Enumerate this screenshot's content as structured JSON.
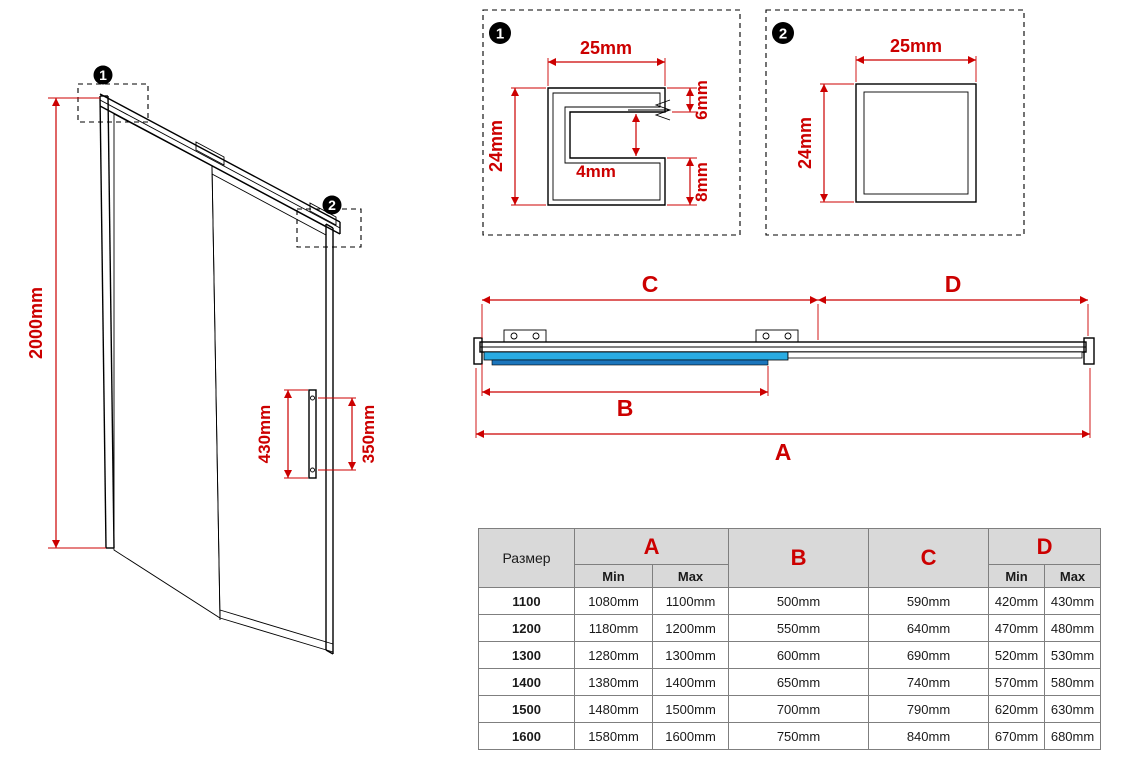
{
  "colors": {
    "dimension_red": "#cc0000",
    "line_black": "#000000",
    "glass_blue": "#29abe2",
    "glass_blue_dark": "#1b75bc",
    "table_header_bg": "#d9d9d9"
  },
  "door_view": {
    "callout_1": "1",
    "callout_2": "2",
    "dim_height": "2000mm",
    "dim_handle_length": "430mm",
    "dim_handle_holes": "350mm"
  },
  "detail_1": {
    "callout": "1",
    "dim_width": "25mm",
    "dim_height": "24mm",
    "dim_top_arm": "6mm",
    "dim_slot": "4mm",
    "dim_bottom_arm": "8mm"
  },
  "detail_2": {
    "callout": "2",
    "dim_width": "25mm",
    "dim_height": "24mm"
  },
  "section_view": {
    "dim_c": "C",
    "dim_d": "D",
    "dim_b": "B",
    "dim_a": "A"
  },
  "table": {
    "header": {
      "size": "Размер",
      "a": "A",
      "b": "B",
      "c": "C",
      "d": "D",
      "min": "Min",
      "max": "Max"
    },
    "rows": [
      {
        "size": "1100",
        "a_min": "1080mm",
        "a_max": "1100mm",
        "b": "500mm",
        "c": "590mm",
        "d_min": "420mm",
        "d_max": "430mm"
      },
      {
        "size": "1200",
        "a_min": "1180mm",
        "a_max": "1200mm",
        "b": "550mm",
        "c": "640mm",
        "d_min": "470mm",
        "d_max": "480mm"
      },
      {
        "size": "1300",
        "a_min": "1280mm",
        "a_max": "1300mm",
        "b": "600mm",
        "c": "690mm",
        "d_min": "520mm",
        "d_max": "530mm"
      },
      {
        "size": "1400",
        "a_min": "1380mm",
        "a_max": "1400mm",
        "b": "650mm",
        "c": "740mm",
        "d_min": "570mm",
        "d_max": "580mm"
      },
      {
        "size": "1500",
        "a_min": "1480mm",
        "a_max": "1500mm",
        "b": "700mm",
        "c": "790mm",
        "d_min": "620mm",
        "d_max": "630mm"
      },
      {
        "size": "1600",
        "a_min": "1580mm",
        "a_max": "1600mm",
        "b": "750mm",
        "c": "840mm",
        "d_min": "670mm",
        "d_max": "680mm"
      }
    ]
  }
}
